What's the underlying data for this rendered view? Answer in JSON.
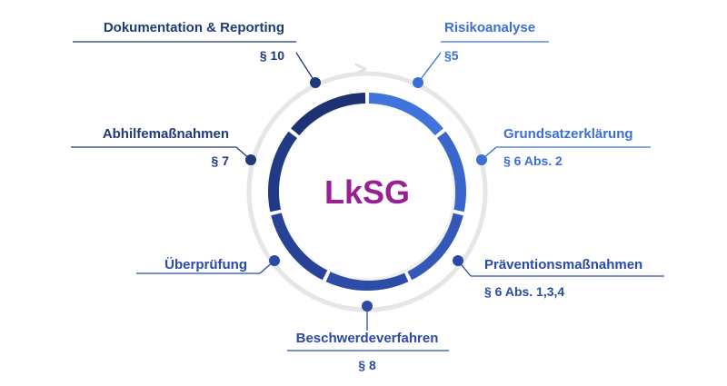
{
  "center": {
    "label": "LkSG",
    "color": "#9b1f94"
  },
  "colors": {
    "dark": "#1e3a78",
    "mid": "#2a4aa8",
    "light": "#3a6fd8",
    "track": "#e6e6e6"
  },
  "steps": [
    {
      "title": "Risikoanalyse",
      "section": "§5"
    },
    {
      "title": "Grundsatzerklärung",
      "section": "§ 6 Abs. 2"
    },
    {
      "title": "Präventionsmaßnahmen",
      "section": "§ 6 Abs. 1,3,4"
    },
    {
      "title": "Beschwerdeverfahren",
      "section": "§ 8"
    },
    {
      "title": "Überprüfung",
      "section": ""
    },
    {
      "title": "Abhilfemaßnahmen",
      "section": "§ 7"
    },
    {
      "title": "Dokumentation & Reporting",
      "section": "§ 10"
    }
  ]
}
